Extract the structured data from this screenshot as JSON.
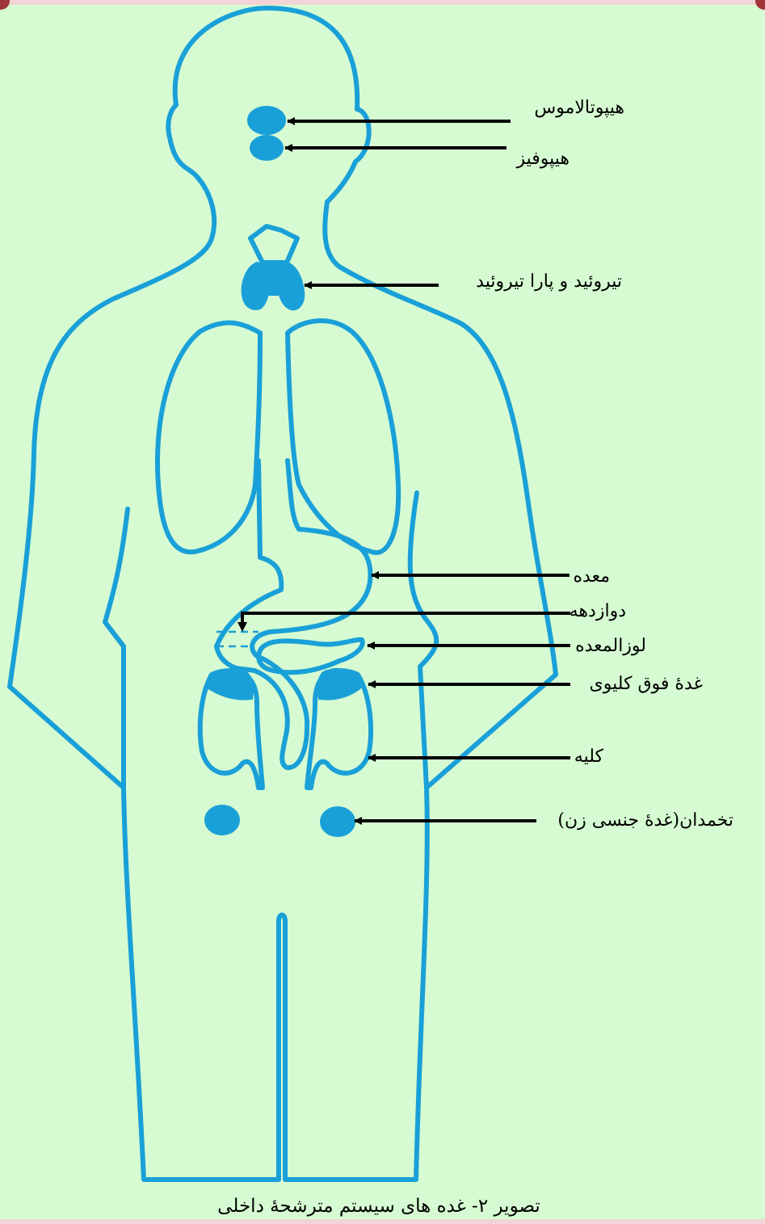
{
  "diagram": {
    "caption": "تصویر ۲- غده های سیستم مترشحهٔ داخلی",
    "labels": {
      "hypothalamus": "هیپوتالاموس",
      "pituitary": "هیپوفیز",
      "thyroid": "تیروئید و پارا تیروئید",
      "stomach": "معده",
      "duodenum": "دوازدهه",
      "pancreas": "لوزالمعده",
      "adrenal": "غدهٔ فوق کلیوی",
      "kidney": "کلیه",
      "ovary": "تخمدان(غدهٔ جنسی زن)"
    },
    "colors": {
      "background": "#d6fbd2",
      "outline": "#1aa0d8",
      "arrow": "#000000",
      "frame": "#f3d4d6"
    }
  }
}
